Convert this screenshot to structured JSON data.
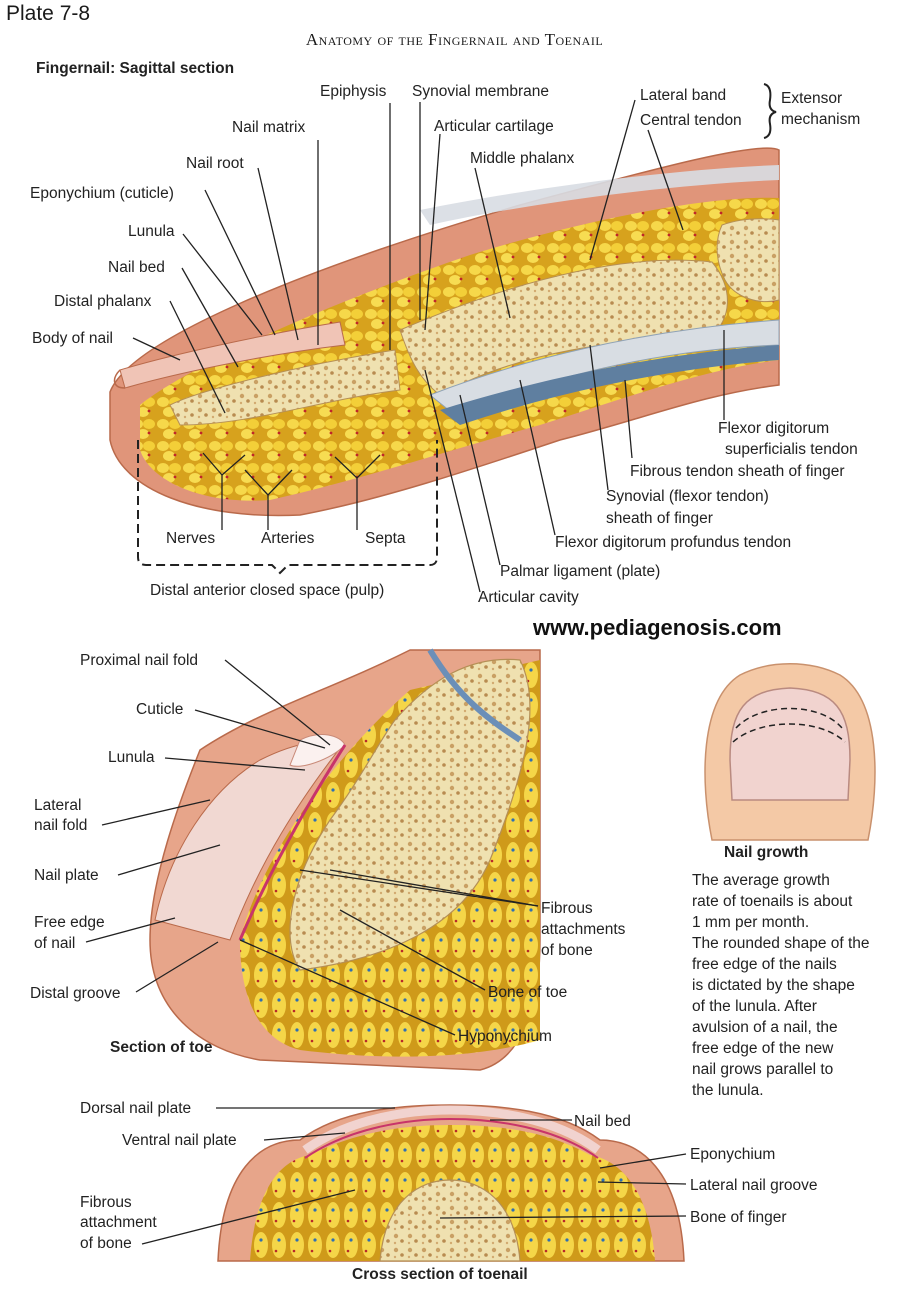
{
  "plate": "Plate 7-8",
  "title": "Anatomy of the Fingernail and Toenail",
  "website": "www.pediagenosis.com",
  "sagittal": {
    "heading": "Fingernail: Sagittal section",
    "labels": {
      "epiphysis": "Epiphysis",
      "synovial_membrane": "Synovial membrane",
      "lateral_band": "Lateral band",
      "central_tendon": "Central tendon",
      "extensor_mechanism_1": "Extensor",
      "extensor_mechanism_2": "mechanism",
      "nail_matrix": "Nail matrix",
      "articular_cartilage": "Articular cartilage",
      "middle_phalanx": "Middle phalanx",
      "nail_root": "Nail root",
      "eponychium": "Eponychium (cuticle)",
      "lunula": "Lunula",
      "nail_bed": "Nail bed",
      "distal_phalanx": "Distal phalanx",
      "body_of_nail": "Body of nail",
      "fds_1": "Flexor digitorum",
      "fds_2": "superficialis tendon",
      "fibrous_sheath": "Fibrous tendon sheath of finger",
      "synovial_sheath_1": "Synovial (flexor tendon)",
      "synovial_sheath_2": "sheath of finger",
      "fdp": "Flexor digitorum profundus tendon",
      "nerves": "Nerves",
      "arteries": "Arteries",
      "septa": "Septa",
      "palmar_ligament": "Palmar ligament (plate)",
      "pulp": "Distal anterior closed space (pulp)",
      "articular_cavity": "Articular cavity"
    }
  },
  "toe": {
    "heading": "Section of toe",
    "labels": {
      "proximal_nail_fold": "Proximal nail fold",
      "cuticle": "Cuticle",
      "lunula": "Lunula",
      "lateral_nail_fold_1": "Lateral",
      "lateral_nail_fold_2": "nail fold",
      "nail_plate": "Nail plate",
      "free_edge_1": "Free edge",
      "free_edge_2": "of nail",
      "distal_groove": "Distal groove",
      "fibrous_1": "Fibrous",
      "fibrous_2": "attachments",
      "fibrous_3": "of bone",
      "bone_of_toe": "Bone of toe",
      "hyponychium": "Hyponychium"
    }
  },
  "growth": {
    "heading": "Nail growth",
    "lines": [
      "The average growth",
      "rate of toenails is about",
      "1 mm per month.",
      "The rounded shape of the",
      "free edge of the nails",
      "is dictated by the shape",
      "of the lunula. After",
      "avulsion of a nail, the",
      "free edge of the new",
      "nail grows parallel to",
      "the lunula."
    ]
  },
  "cross": {
    "heading": "Cross section of toenail",
    "labels": {
      "dorsal_nail_plate": "Dorsal nail plate",
      "nail_bed": "Nail bed",
      "ventral_nail_plate": "Ventral nail plate",
      "eponychium": "Eponychium",
      "lateral_nail_groove": "Lateral nail groove",
      "fibrous_1": "Fibrous",
      "fibrous_2": "attachment",
      "fibrous_3": "of bone",
      "bone_of_finger": "Bone of finger"
    }
  },
  "colors": {
    "skin": "#e0957a",
    "skin_dark": "#c8704f",
    "fat": "#f2cf3c",
    "bone": "#efe3b8",
    "bone_spongy": "#d8b878",
    "tendon": "#d9dde2",
    "nail": "#f3d3cc"
  }
}
